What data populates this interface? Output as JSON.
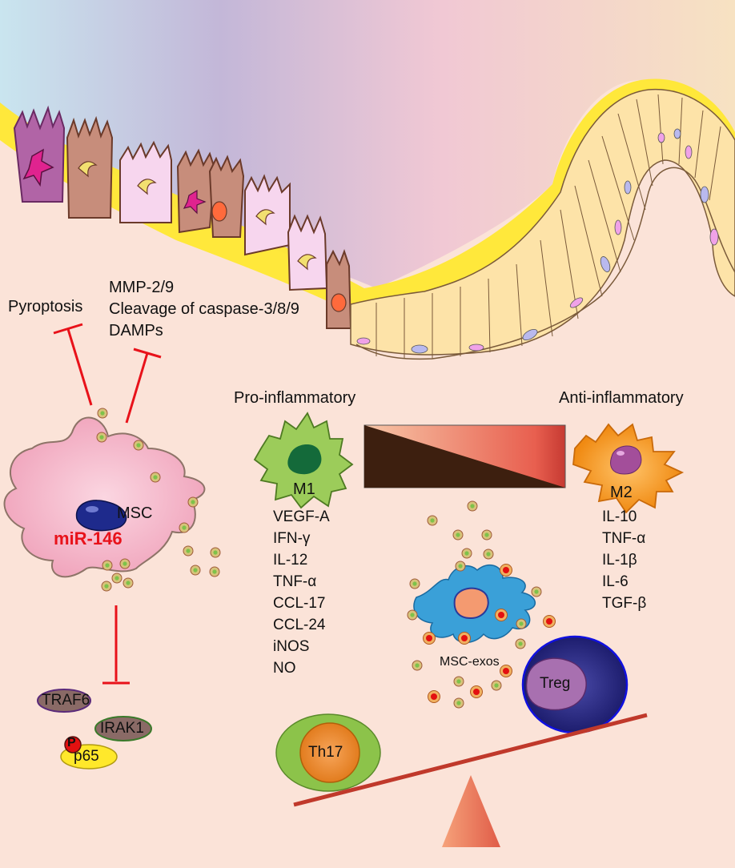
{
  "labels": {
    "pyroptosis": "Pyroptosis",
    "damage_list": [
      "MMP-2/9",
      "Cleavage of caspase-3/8/9",
      "DAMPs"
    ],
    "pro_inflammatory": "Pro-inflammatory",
    "anti_inflammatory": "Anti-inflammatory",
    "msc": "MSC",
    "mir146": "miR-146",
    "m1": "M1",
    "m2": "M2",
    "m1_factors": [
      "VEGF-A",
      "IFN-γ",
      "IL-12",
      "TNF-α",
      "CCL-17",
      "CCL-24",
      "iNOS",
      "NO"
    ],
    "m2_factors": [
      "IL-10",
      "TNF-α",
      "IL-1β",
      "IL-6",
      "TGF-β"
    ],
    "msc_exos": "MSC-exos",
    "treg": "Treg",
    "th17": "Th17",
    "traf6": "TRAF6",
    "irak1": "IRAK1",
    "p": "P",
    "p65": "p65"
  },
  "colors": {
    "inhibition": "#e8121a",
    "mucosa_layer": "#ffe833",
    "msc_cell": "#f2b3c7",
    "m1_cell": "#9ccc5a",
    "m2_cell": "#f5a623",
    "dendritic_cell": "#3aa0d8",
    "treg_outer": "#2a2a88",
    "th17_outer": "#8cc34a",
    "seesaw_beam": "#c0392b"
  }
}
